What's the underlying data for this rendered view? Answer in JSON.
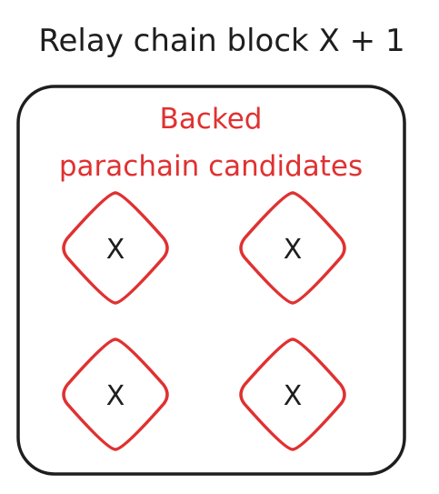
{
  "title": "Relay chain block X + 1",
  "heading": {
    "line1": "Backed",
    "line2": "parachain candidates"
  },
  "candidates": [
    {
      "label": "X"
    },
    {
      "label": "X"
    },
    {
      "label": "X"
    },
    {
      "label": "X"
    }
  ],
  "colors": {
    "stroke": "#1e1e1e",
    "accent": "#e03131"
  }
}
